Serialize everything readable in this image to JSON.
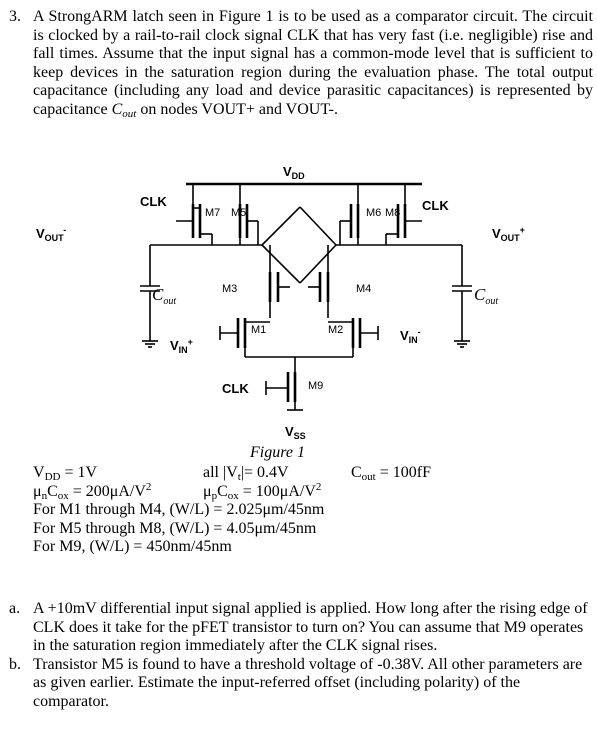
{
  "problem": {
    "number": "3.",
    "intro_1": "A StrongARM latch seen in Figure 1 is to be used as a comparator circuit. The circuit is clocked by a rail-to-rail clock signal CLK that has very fast (i.e. negligible) rise and fall times.  Assume that the input signal has a common-mode level that is sufficient to keep devices in the saturation region during the evaluation phase.   The total output capacitance (including any load and device parasitic capacitances) is represented by capacitance ",
    "cout_main": "C",
    "cout_sub": "out",
    "intro_2": " on nodes ",
    "vout_plus_v": "V",
    "vout_plus_rest": "OUT+",
    "intro_3": " and ",
    "vout_minus_v": "V",
    "vout_minus_rest": "OUT-",
    "intro_4": "."
  },
  "figure": {
    "vdd_v": "V",
    "vdd_sub": "DD",
    "vss_v": "V",
    "vss_sub": "SS",
    "clk": "CLK",
    "m1": "M1",
    "m2": "M2",
    "m3": "M3",
    "m4": "M4",
    "m5": "M5",
    "m6": "M6",
    "m7": "M7",
    "m8": "M8",
    "m9": "M9",
    "vout_v": "V",
    "vout_sub": "OUT",
    "minus_sign": "-",
    "plus_sign": "+",
    "vin_v": "V",
    "vin_sub": "IN",
    "cap_c": "C",
    "cap_sub": "out",
    "caption": "Figure 1"
  },
  "params": {
    "vdd_v": "V",
    "vdd_sub": "DD",
    "vdd_val": " = 1V",
    "vt_label": "all |V",
    "vt_sub": "t",
    "vt_val": "|= 0.4V",
    "cout_label": "C",
    "cout_sub": "out",
    "cout_val": " = 100fF",
    "uncox_mu": "μ",
    "uncox_n": "n",
    "uncox_c": "C",
    "uncox_ox": "ox",
    "uncox_val": " = 200μA/V",
    "sq": "2",
    "upcox_mu": "μ",
    "upcox_p": "p",
    "upcox_c": "C",
    "upcox_ox": "ox",
    "upcox_val": " = 100μA/V",
    "line_m1_m4": "For M1 through M4, (W/L) = 2.025μm/45nm",
    "line_m5_m8": "For M5 through M8, (W/L) = 4.05μm/45nm",
    "line_m9": "For M9, (W/L) = 450nm/45nm"
  },
  "questions": {
    "a_label": "a.",
    "a_text": "A +10mV differential input signal applied is applied. How long after the rising edge of CLK does it take for the pFET transistor to turn on?  You can assume that M9 operates in the saturation region immediately after the CLK signal rises.",
    "b_label": "b.",
    "b_text": "Transistor M5 is found to have a threshold voltage of -0.38V.  All other parameters are as given earlier.  Estimate the input-referred offset (including polarity) of the comparator."
  }
}
